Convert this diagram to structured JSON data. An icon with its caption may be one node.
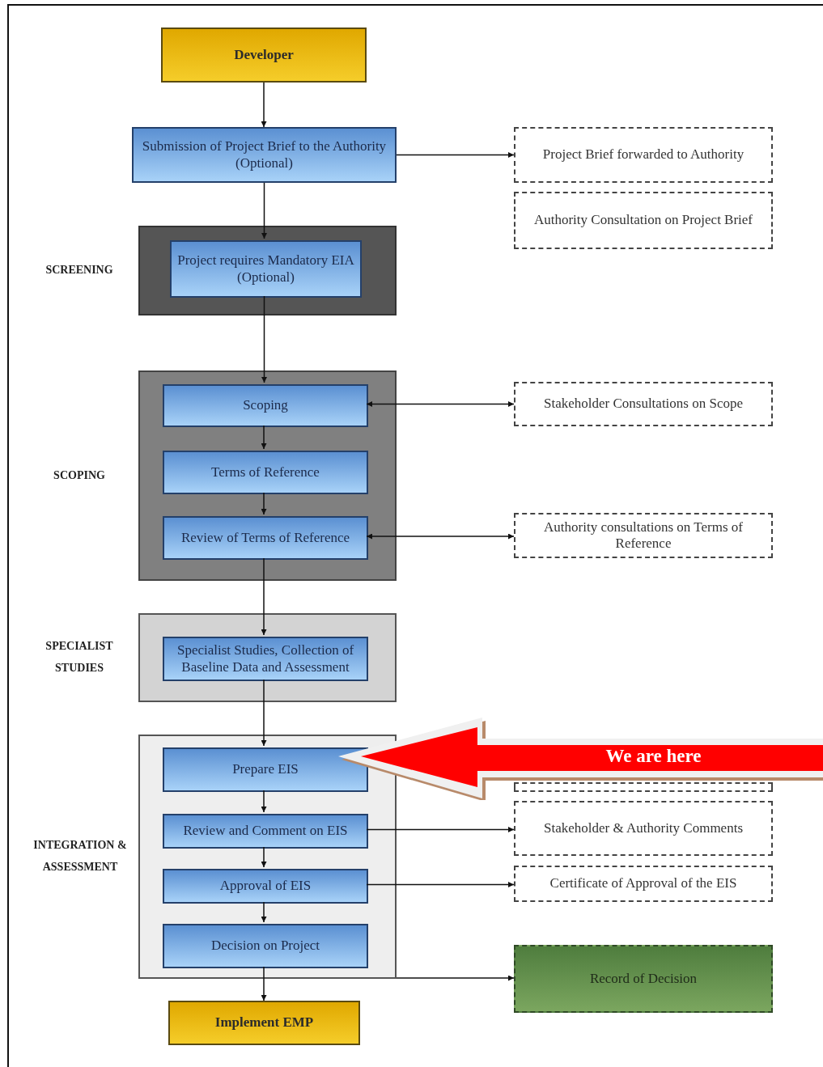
{
  "diagram": {
    "nodes": [
      {
        "text": [
          "Developer"
        ]
      },
      {
        "text": [
          "Submission of Project Brief to the Authority (Optional)"
        ]
      },
      {
        "text": [
          "SCREENING"
        ]
      },
      {
        "text": [
          "Project requires Mandatory EIA (Optional)"
        ],
        "in": 2
      },
      {
        "text": [
          "SCOPING"
        ]
      },
      {
        "text": [
          "Scoping"
        ],
        "in": 4
      },
      {
        "text": [
          "Terms of Reference"
        ],
        "in": 4
      },
      {
        "text": [
          "Review of Terms of Reference"
        ],
        "in": 4
      },
      {
        "text": [
          "SPECIALIST STUDIES"
        ]
      },
      {
        "text": [
          "Specialist Studies, Collection of Baseline Data and Assessment"
        ],
        "in": 8
      },
      {
        "text": [
          "INTEGRATION & ASSESSMENT"
        ]
      },
      {
        "text": [
          "Prepare EIS"
        ],
        "in": 10
      },
      {
        "text": [
          "Review and Comment on EIS"
        ],
        "in": 10
      },
      {
        "text": [
          "Approval of EIS"
        ],
        "in": 10
      },
      {
        "text": [
          "Decision on Project"
        ],
        "in": 10
      },
      {
        "text": [
          "Implement EMP"
        ]
      },
      {
        "text": [
          "Project Brief forwarded to Authority"
        ]
      },
      {
        "text": [
          "Authority Consultation on Project Brief"
        ]
      },
      {
        "text": [
          "Stakeholder Consultations on Scope"
        ]
      },
      {
        "text": [
          "Authority consultations on Terms of Reference"
        ]
      },
      {
        "text": [],
        "shape": "box"
      },
      {
        "text": [
          "Stakeholder & Authority Comments"
        ]
      },
      {
        "text": [
          "Certificate of Approval of the EIS"
        ]
      },
      {
        "text": [
          "Record of Decision"
        ]
      },
      {
        "text": [
          "We are here"
        ]
      }
    ],
    "edges": [
      {
        "from": 0,
        "to": 1,
        "arrow": "to"
      },
      {
        "from": 1,
        "to": 16,
        "arrow": "to"
      },
      {
        "from": 1,
        "to": 3,
        "arrow": "to"
      },
      {
        "from": 3,
        "to": 5,
        "arrow": "to"
      },
      {
        "from": 5,
        "to": 6,
        "arrow": "to"
      },
      {
        "from": 6,
        "to": 7,
        "arrow": "to"
      },
      {
        "from": 5,
        "to": 18,
        "arrow": "both"
      },
      {
        "from": 7,
        "to": 19,
        "arrow": "both"
      },
      {
        "from": 7,
        "to": 9,
        "arrow": "to"
      },
      {
        "from": 9,
        "to": 11,
        "arrow": "to"
      },
      {
        "from": 11,
        "to": 12,
        "arrow": "to"
      },
      {
        "from": 12,
        "to": 13,
        "arrow": "to"
      },
      {
        "from": 13,
        "to": 14,
        "arrow": "to"
      },
      {
        "from": 12,
        "to": 21,
        "arrow": "to"
      },
      {
        "from": 13,
        "to": 22,
        "arrow": "to"
      },
      {
        "from": 14,
        "to": 15,
        "arrow": "to"
      },
      {
        "from": 10,
        "to": 23,
        "arrow": "to"
      }
    ]
  }
}
